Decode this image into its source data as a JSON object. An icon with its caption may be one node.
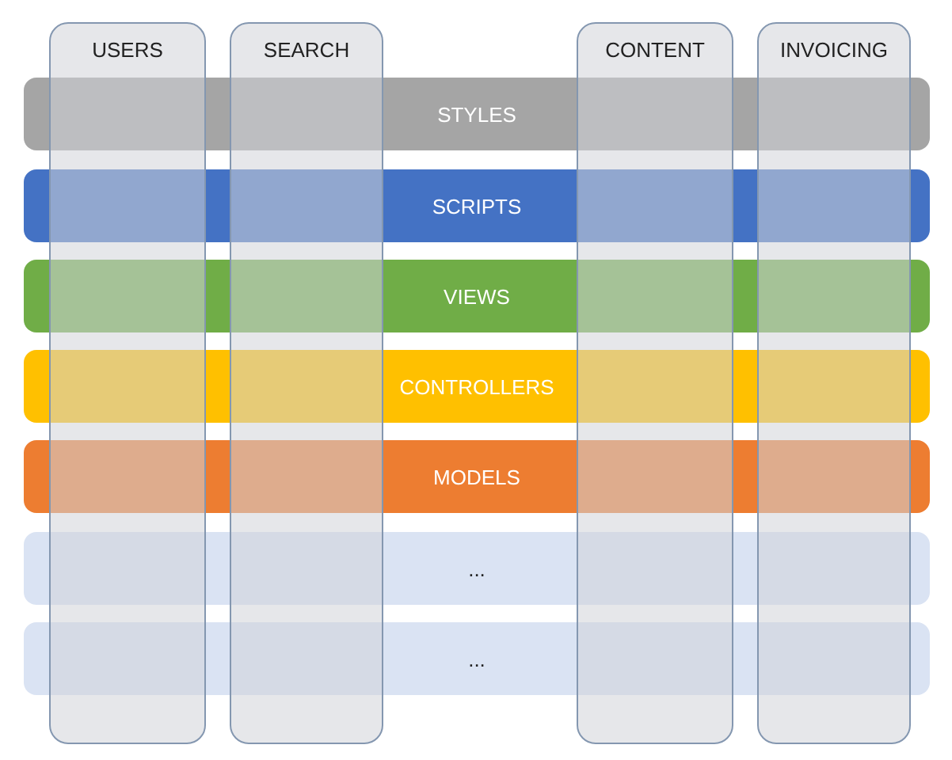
{
  "diagram": {
    "nodes": [
      {
        "text": [
          "STYLES"
        ]
      },
      {
        "text": [
          "SCRIPTS"
        ]
      },
      {
        "text": [
          "VIEWS"
        ]
      },
      {
        "text": [
          "CONTROLLERS"
        ]
      },
      {
        "text": [
          "MODELS"
        ]
      },
      {
        "text": [
          "..."
        ]
      },
      {
        "text": [
          "..."
        ]
      },
      {
        "text": [
          "USERS"
        ]
      },
      {
        "text": [
          "SEARCH"
        ]
      },
      {
        "text": [
          "CONTENT"
        ]
      },
      {
        "text": [
          "INVOICING"
        ]
      }
    ]
  }
}
